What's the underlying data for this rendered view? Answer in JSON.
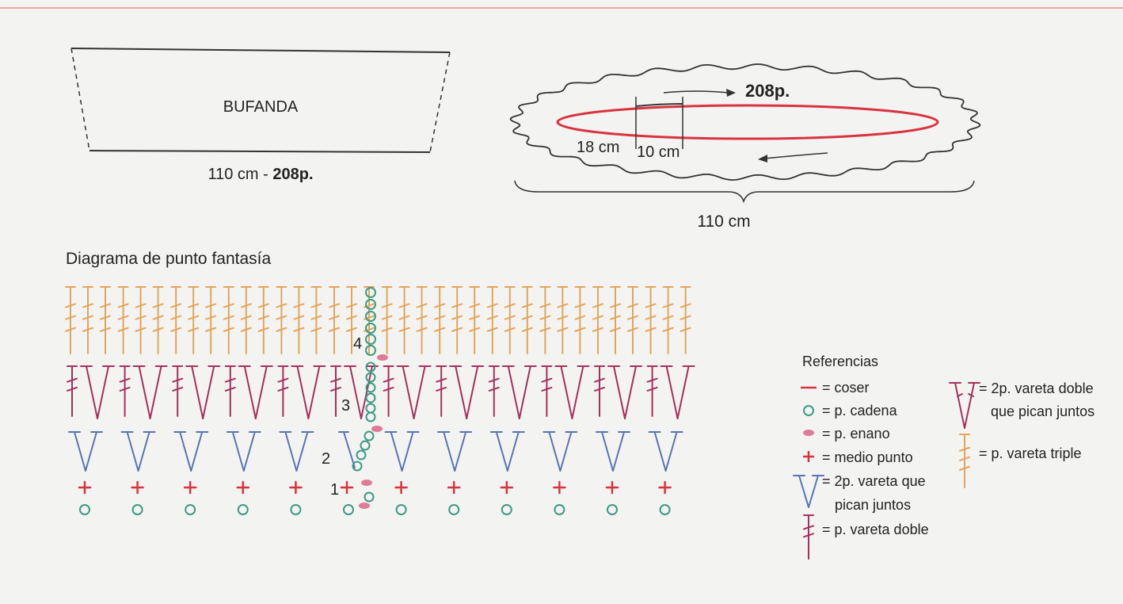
{
  "scarf": {
    "label": "BUFANDA",
    "dims_plain": "110 cm - ",
    "dims_bold": "208p."
  },
  "loop": {
    "stitches": "208p.",
    "dim_a": "18 cm",
    "dim_b": "10 cm",
    "total_width": "110 cm"
  },
  "diagram": {
    "title": "Diagrama de punto fantasía",
    "row_labels": [
      "1",
      "2",
      "3",
      "4"
    ],
    "repeats": 12
  },
  "legend": {
    "title": "Referencias",
    "items": [
      {
        "symbol": "coser",
        "text": "= coser"
      },
      {
        "symbol": "cadena",
        "text": "= p. cadena"
      },
      {
        "symbol": "enano",
        "text": "= p. enano"
      },
      {
        "symbol": "medio-punto",
        "text": "= medio punto"
      },
      {
        "symbol": "vareta-juntos",
        "text": "= 2p. vareta que",
        "text2": "pican juntos"
      },
      {
        "symbol": "vareta-doble",
        "text": "= p. vareta doble"
      },
      {
        "symbol": "vareta-doble-juntos",
        "text": "= 2p. vareta doble",
        "text2": "que pican juntos"
      },
      {
        "symbol": "vareta-triple",
        "text": "= p. vareta triple"
      }
    ]
  },
  "colors": {
    "red": "#d9333f",
    "teal": "#3d9a84",
    "pink": "#e07a9a",
    "blue": "#5874b6",
    "magenta": "#a5305f",
    "orange": "#e3a55a",
    "border_top": "#f2a6a0"
  }
}
